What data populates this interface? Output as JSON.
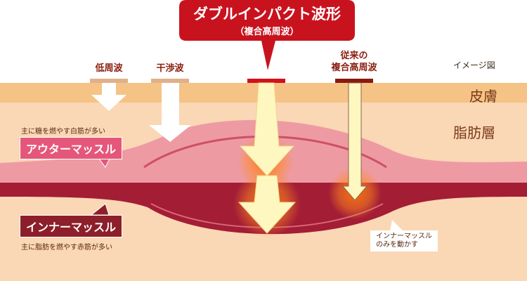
{
  "callout": {
    "title": "ダブルインパクト波形",
    "subtitle": "（複合高周波）"
  },
  "wave_labels": {
    "low": "低周波",
    "interference": "干渉波",
    "conventional_line1": "従来の",
    "conventional_line2": "複合高周波"
  },
  "image_note": "イメージ図",
  "layers": {
    "skin": "皮膚",
    "fat": "脂肪層"
  },
  "outer_muscle": {
    "label": "アウターマッスル",
    "note": "主に糖を燃やす白筋が多い"
  },
  "inner_muscle": {
    "label": "インナーマッスル",
    "note": "主に脂肪を燃やす赤筋が多い"
  },
  "inner_only_note": {
    "line1": "インナーマッスル",
    "line2": "のみを動かす"
  },
  "colors": {
    "callout": "#c8131f",
    "skin": "#f5c385",
    "fat": "#fad7b5",
    "outer": "#ee9aa3",
    "inner": "#a31d35",
    "arrow": "#fff9c4"
  }
}
